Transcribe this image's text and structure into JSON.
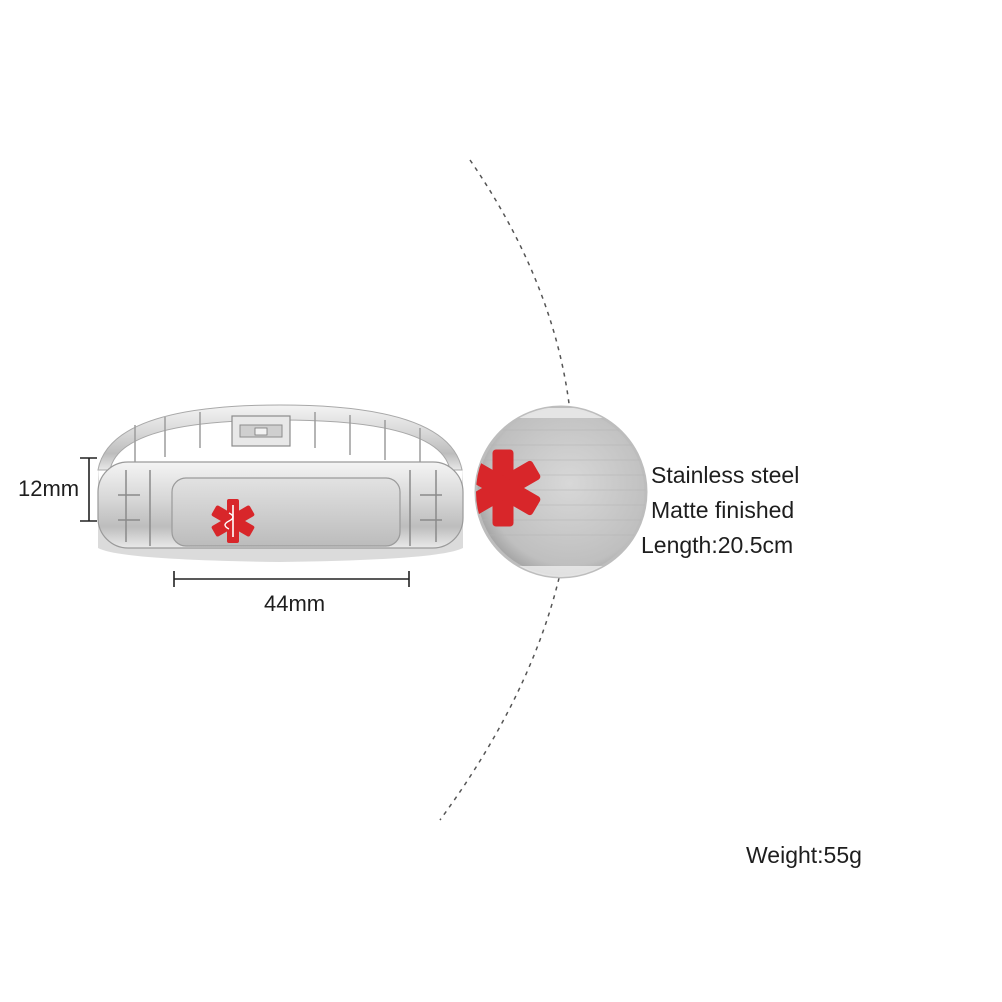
{
  "dimensions": {
    "height_label": "12mm",
    "width_label": "44mm"
  },
  "specs": {
    "material": "Stainless steel",
    "finish": "Matte finished",
    "length": "Length:20.5cm"
  },
  "weight": "Weight:55g",
  "colors": {
    "steel": "#c9c9c9",
    "steel_dark": "#8e8e8e",
    "medical_red": "#d8262a",
    "background": "#ffffff"
  },
  "icons": [
    "medical-star-of-life-icon",
    "clasp-icon"
  ]
}
